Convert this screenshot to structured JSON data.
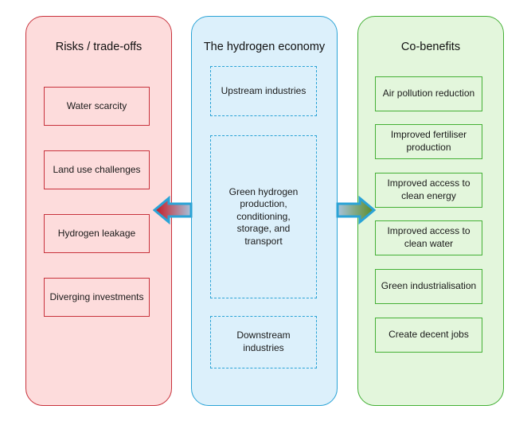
{
  "risks": {
    "title": "Risks / trade-offs",
    "items": [
      "Water scarcity",
      "Land use challenges",
      "Hydrogen leakage",
      "Diverging investments"
    ]
  },
  "hydrogen": {
    "title": "The hydrogen economy",
    "upstream": "Upstream industries",
    "core": "Green hydrogen production, conditioning, storage, and transport",
    "downstream": "Downstream industries"
  },
  "benefits": {
    "title": "Co-benefits",
    "items": [
      "Air pollution reduction",
      "Improved fertiliser production",
      "Improved access to clean energy",
      "Improved access to clean water",
      "Green industrialisation",
      "Create decent jobs"
    ]
  },
  "colors": {
    "risk_border": "#c8323c",
    "risk_fill": "#fddcdc",
    "hydrogen_border": "#2aa3d6",
    "hydrogen_fill": "#dcf0fb",
    "benefit_border": "#44b035",
    "benefit_fill": "#e3f6dc"
  }
}
